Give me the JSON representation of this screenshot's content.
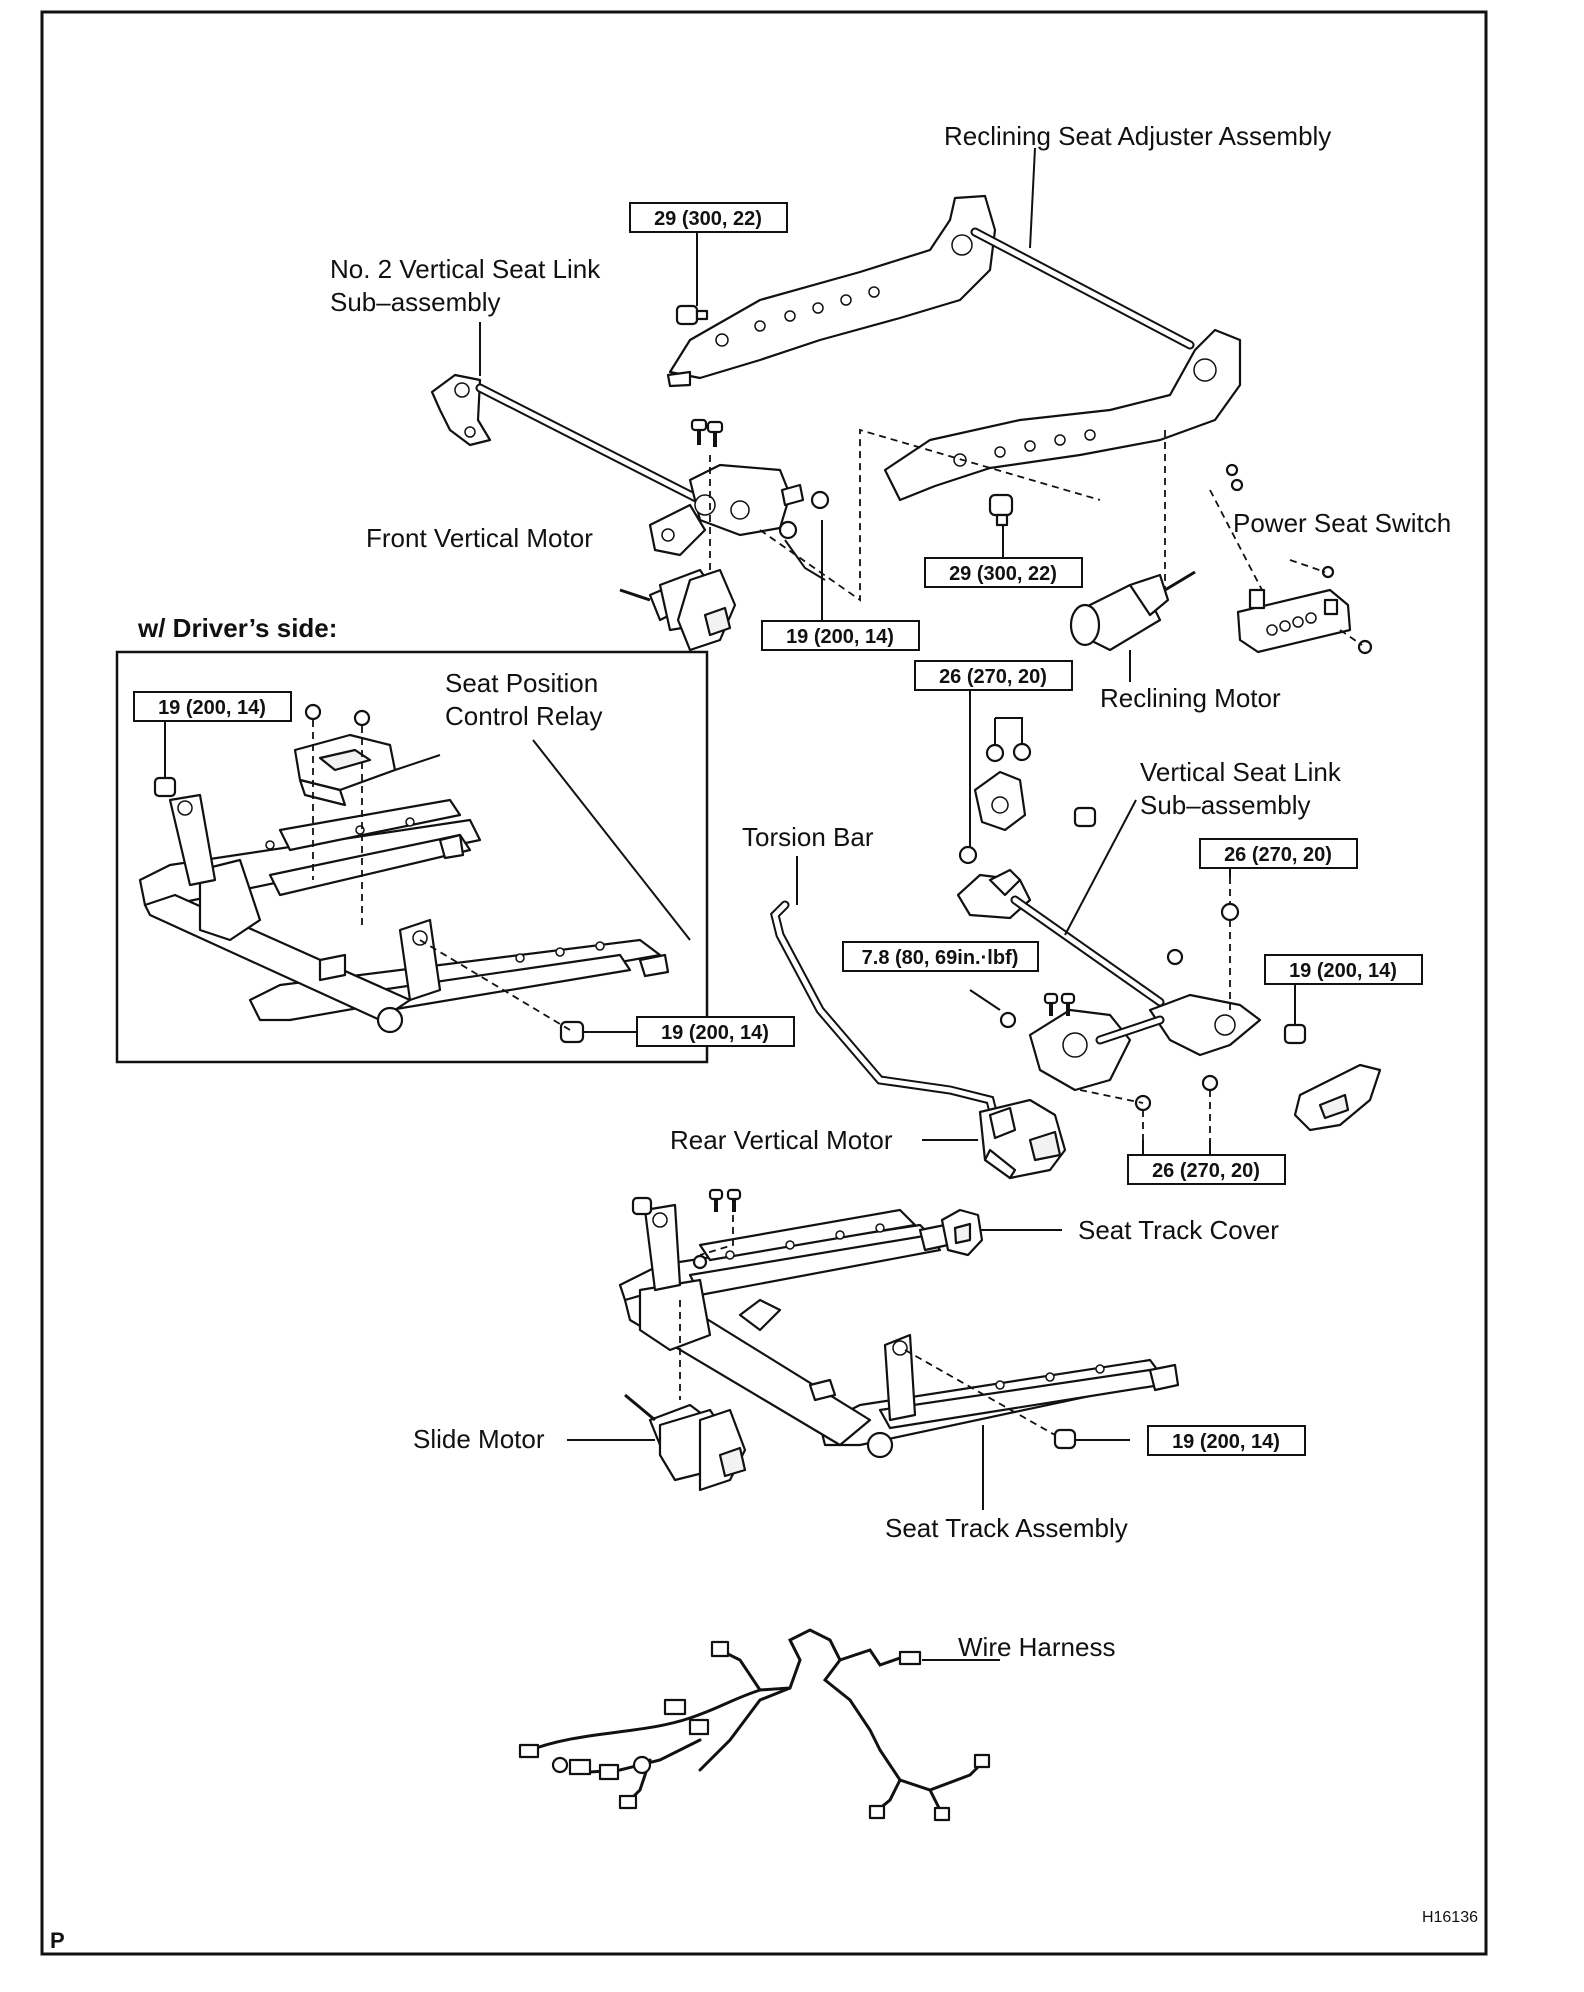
{
  "labels": {
    "reclining_adjuster": "Reclining Seat Adjuster Assembly",
    "no2_link_line1": "No. 2 Vertical Seat Link",
    "no2_link_line2": "Sub–assembly",
    "front_vertical_motor": "Front Vertical Motor",
    "power_seat_switch": "Power Seat Switch",
    "drivers_side": "w/ Driver’s side:",
    "relay_line1": "Seat Position",
    "relay_line2": "Control Relay",
    "reclining_motor": "Reclining Motor",
    "vertical_link_line1": "Vertical Seat Link",
    "vertical_link_line2": "Sub–assembly",
    "torsion_bar": "Torsion Bar",
    "rear_vertical_motor": "Rear Vertical Motor",
    "seat_track_cover": "Seat Track Cover",
    "slide_motor": "Slide Motor",
    "seat_track_assembly": "Seat Track Assembly",
    "wire_harness": "Wire Harness"
  },
  "torques": {
    "t_29_top": "29 (300, 22)",
    "t_29_mid": "29 (300, 22)",
    "t_19_front_motor": "19 (200, 14)",
    "t_19_inset_top": "19 (200, 14)",
    "t_19_inset_bottom": "19 (200, 14)",
    "t_26_upper": "26 (270, 20)",
    "t_26_right": "26 (270, 20)",
    "t_78": "7.8 (80, 69in.·lbf)",
    "t_19_right": "19 (200, 14)",
    "t_26_lower": "26 (270, 20)",
    "t_19_track": "19 (200, 14)"
  },
  "corner": {
    "left": "P",
    "code": "H16136"
  }
}
